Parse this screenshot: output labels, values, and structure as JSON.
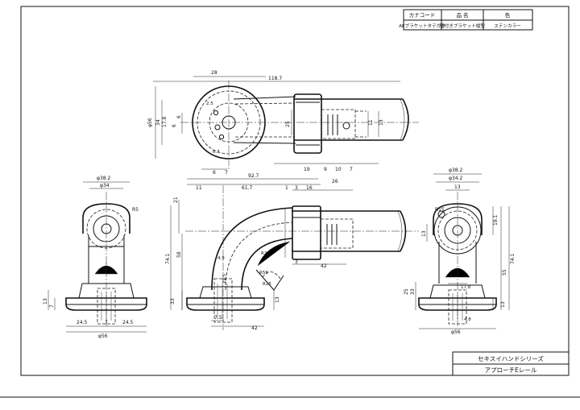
{
  "title_block": {
    "headers": [
      "カナコード",
      "品 名",
      "色"
    ],
    "row": [
      "AEブラケットタテガタ",
      "壁付きブラケット縦型",
      "ステンカラー"
    ]
  },
  "series_name": "セキスイハンドシリーズ",
  "product_name": "アプローチEレール",
  "top_view": {
    "dims": [
      "28",
      "118.7",
      "φ56",
      "34",
      "17.8",
      "6",
      "6",
      "25",
      "2.5",
      "6.7",
      "13",
      "11",
      "19",
      "9",
      "10",
      "7",
      "7",
      "6"
    ]
  },
  "left_view": {
    "dims": [
      "φ38.2",
      "φ34",
      "R5",
      "13",
      "7",
      "24.5",
      "7",
      "24.5",
      "φ56"
    ]
  },
  "front_view": {
    "dims": [
      "92.7",
      "11",
      "61.7",
      "1",
      "3",
      "16",
      "26",
      "21",
      "58",
      "74.1",
      "4.9",
      "R25",
      "22.5",
      "R56",
      "R25",
      "3",
      "42",
      "33",
      "13",
      "7.5",
      "42"
    ]
  },
  "right_view": {
    "dims": [
      "φ38.2",
      "φ34.2",
      "13",
      "R15",
      "19.1",
      "13",
      "55",
      "74.1",
      "17.8",
      "25",
      "33",
      "4.8",
      "13",
      "φ56"
    ]
  }
}
